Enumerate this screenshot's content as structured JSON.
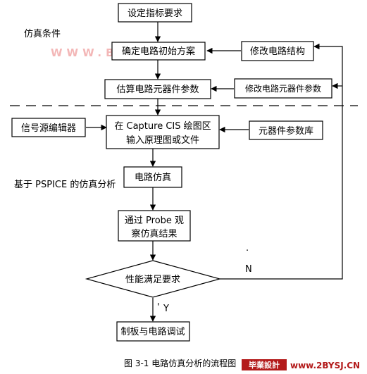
{
  "nodes": {
    "set_specs": "设定指标要求",
    "initial_plan": "确定电路初始方案",
    "modify_structure": "修改电路结构",
    "estimate_params": "估算电路元器件参数",
    "modify_params": "修改电路元器件参数",
    "signal_editor": "信号源编辑器",
    "capture_line1": "在 Capture CIS 绘图区",
    "capture_line2": "输入原理图或文件",
    "component_lib": "元器件参数库",
    "simulate": "电路仿真",
    "probe_line1": "通过 Probe 观",
    "probe_line2": "察仿真结果",
    "decision": "性能满足要求",
    "build_debug": "制板与电路调试"
  },
  "labels": {
    "sim_conditions": "仿真条件",
    "pspice_analysis": "基于 PSPICE 的仿真分析",
    "no": "N",
    "yes": "Y",
    "tick_no": "·",
    "tick_yes": "'"
  },
  "watermark": "WWW.BYSJ.CN",
  "caption": "图 3-1  电路仿真分析的流程图",
  "footer": {
    "badge": "毕業設計",
    "url": "www.2BYSJ.CN"
  }
}
